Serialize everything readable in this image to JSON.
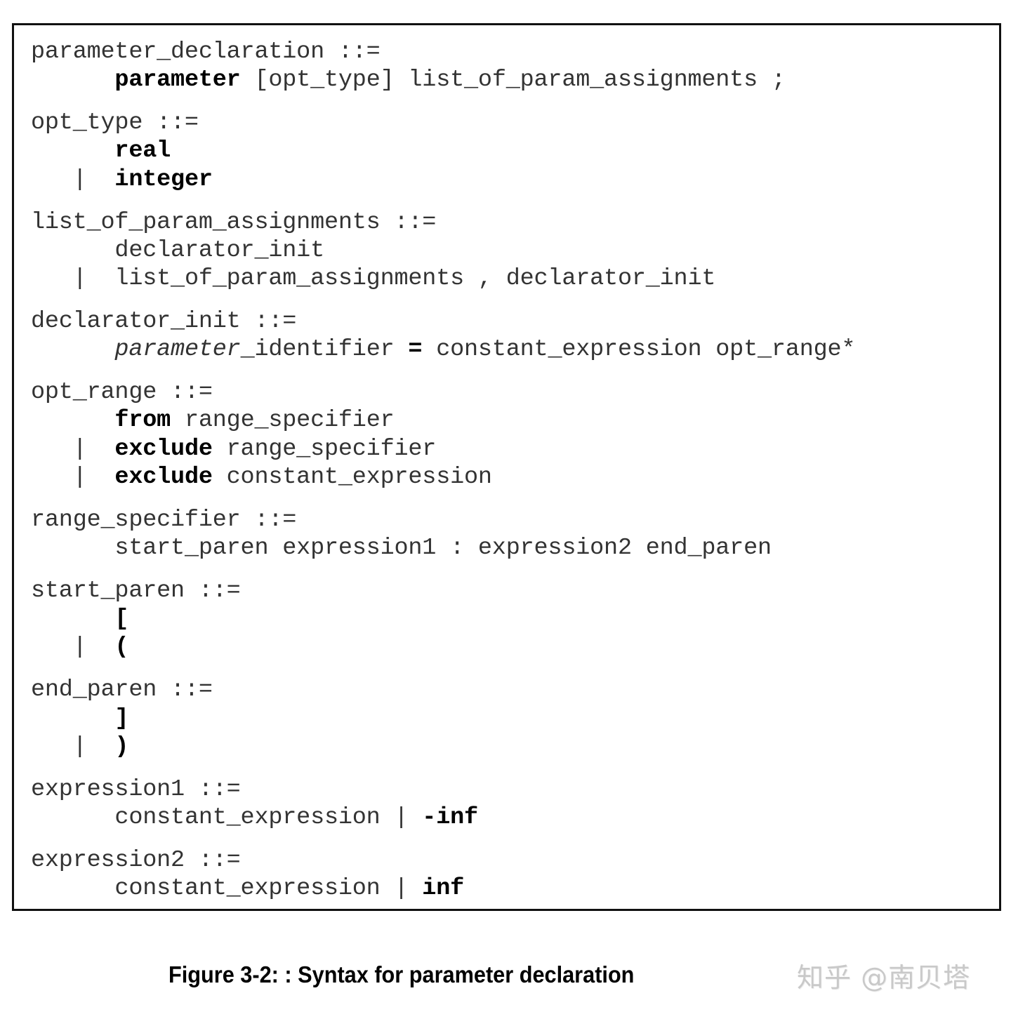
{
  "rules": [
    {
      "lhs": "parameter_declaration ::=",
      "alts": [
        [
          {
            "t": "parameter",
            "s": "kw"
          },
          {
            "t": " [opt_type] list_of_param_assignments ;"
          }
        ]
      ]
    },
    {
      "lhs": "opt_type ::=",
      "alts": [
        [
          {
            "t": "real",
            "s": "kw"
          }
        ],
        [
          {
            "t": "integer",
            "s": "kw"
          }
        ]
      ]
    },
    {
      "lhs": "list_of_param_assignments ::=",
      "alts": [
        [
          {
            "t": "declarator_init"
          }
        ],
        [
          {
            "t": "list_of_param_assignments , declarator_init"
          }
        ]
      ]
    },
    {
      "lhs": "declarator_init ::=",
      "alts": [
        [
          {
            "t": "parameter",
            "s": "it"
          },
          {
            "t": "_identifier "
          },
          {
            "t": "=",
            "s": "kw"
          },
          {
            "t": " constant_expression opt_range*"
          }
        ]
      ]
    },
    {
      "lhs": "opt_range ::=",
      "alts": [
        [
          {
            "t": "from",
            "s": "kw"
          },
          {
            "t": " range_specifier"
          }
        ],
        [
          {
            "t": "exclude",
            "s": "kw"
          },
          {
            "t": " range_specifier"
          }
        ],
        [
          {
            "t": "exclude",
            "s": "kw"
          },
          {
            "t": " constant_expression"
          }
        ]
      ]
    },
    {
      "lhs": "range_specifier ::=",
      "alts": [
        [
          {
            "t": "start_paren expression1 : expression2 end_paren"
          }
        ]
      ]
    },
    {
      "lhs": "start_paren ::=",
      "alts": [
        [
          {
            "t": "[",
            "s": "kw"
          }
        ],
        [
          {
            "t": "(",
            "s": "kw"
          }
        ]
      ]
    },
    {
      "lhs": "end_paren ::=",
      "alts": [
        [
          {
            "t": "]",
            "s": "kw"
          }
        ],
        [
          {
            "t": ")",
            "s": "kw"
          }
        ]
      ]
    },
    {
      "lhs": "expression1 ::=",
      "alts": [
        [
          {
            "t": "constant_expression | "
          },
          {
            "t": "-inf",
            "s": "kw"
          }
        ]
      ]
    },
    {
      "lhs": "expression2 ::=",
      "alts": [
        [
          {
            "t": "constant_expression | "
          },
          {
            "t": "inf",
            "s": "kw"
          }
        ]
      ]
    }
  ],
  "caption": "Figure 3-2: : Syntax for parameter declaration",
  "watermark": "知乎 @南贝塔"
}
